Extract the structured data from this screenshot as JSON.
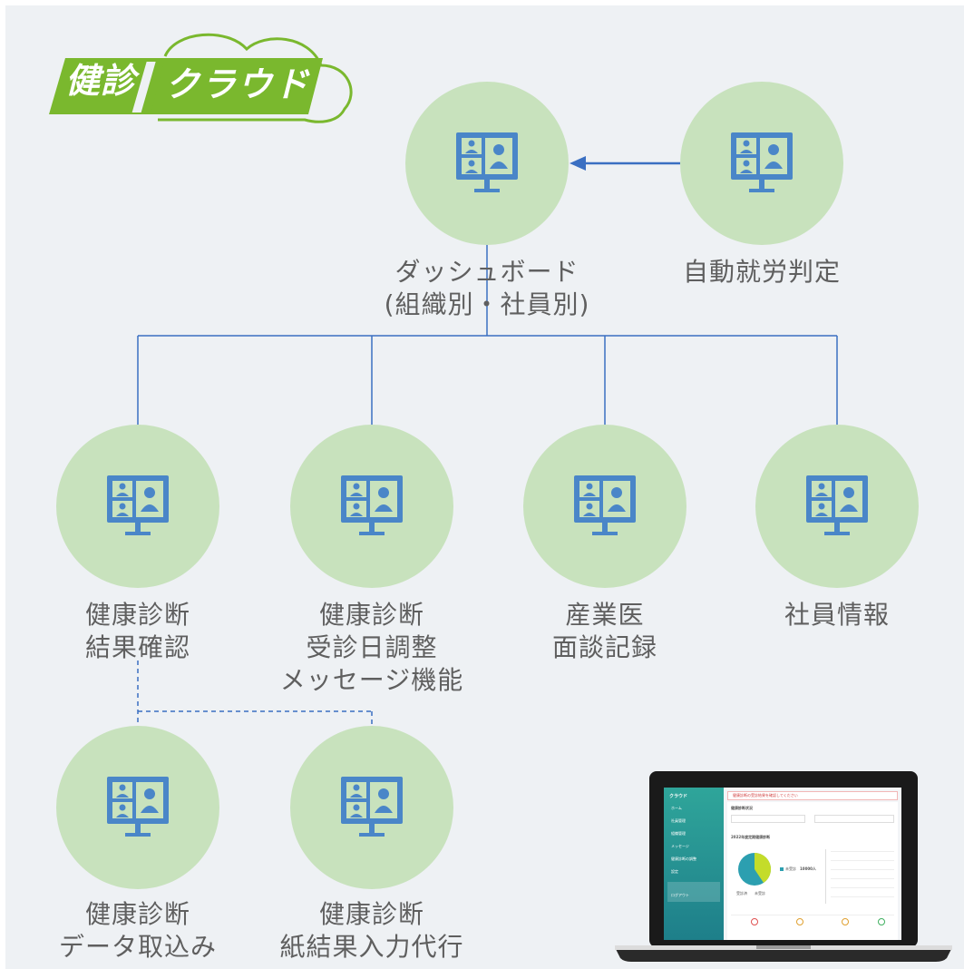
{
  "logo": {
    "part1": "健診",
    "part2": "クラウド"
  },
  "colors": {
    "node_fill": "#c8e2bd",
    "icon_blue": "#4a86c8",
    "line_blue": "#3a6fc2",
    "text_gray": "#5f5f5f",
    "logo_green": "#7ab82e"
  },
  "icon_name": "video-conference-monitor-icon",
  "nodes": {
    "dashboard": {
      "lines": [
        "ダッシュボード",
        "(組織別・社員別)"
      ]
    },
    "auto": {
      "lines": [
        "自動就労判定"
      ]
    },
    "results": {
      "lines": [
        "健康診断",
        "結果確認"
      ]
    },
    "schedule": {
      "lines": [
        "健康診断",
        "受診日調整",
        "メッセージ機能"
      ]
    },
    "doctor": {
      "lines": [
        "産業医",
        "面談記録"
      ]
    },
    "employee": {
      "lines": [
        "社員情報"
      ]
    },
    "import": {
      "lines": [
        "健康診断",
        "データ取込み"
      ]
    },
    "paper": {
      "lines": [
        "健康診断",
        "紙結果入力代行"
      ]
    }
  },
  "laptop_screen": {
    "banner": "健康診断の受診結果を確認してください",
    "menu": [
      "ホーム",
      "社員管理",
      "組織管理",
      "メッセージ",
      "健康診断の調整",
      "設定"
    ],
    "logout": "ログアウト",
    "section_title": "健康診断状況",
    "subsection": "2022年度定期健康診断",
    "stat_label": "未受診",
    "stat_value": "10000人",
    "legend": [
      "受診済",
      "未受診"
    ]
  }
}
